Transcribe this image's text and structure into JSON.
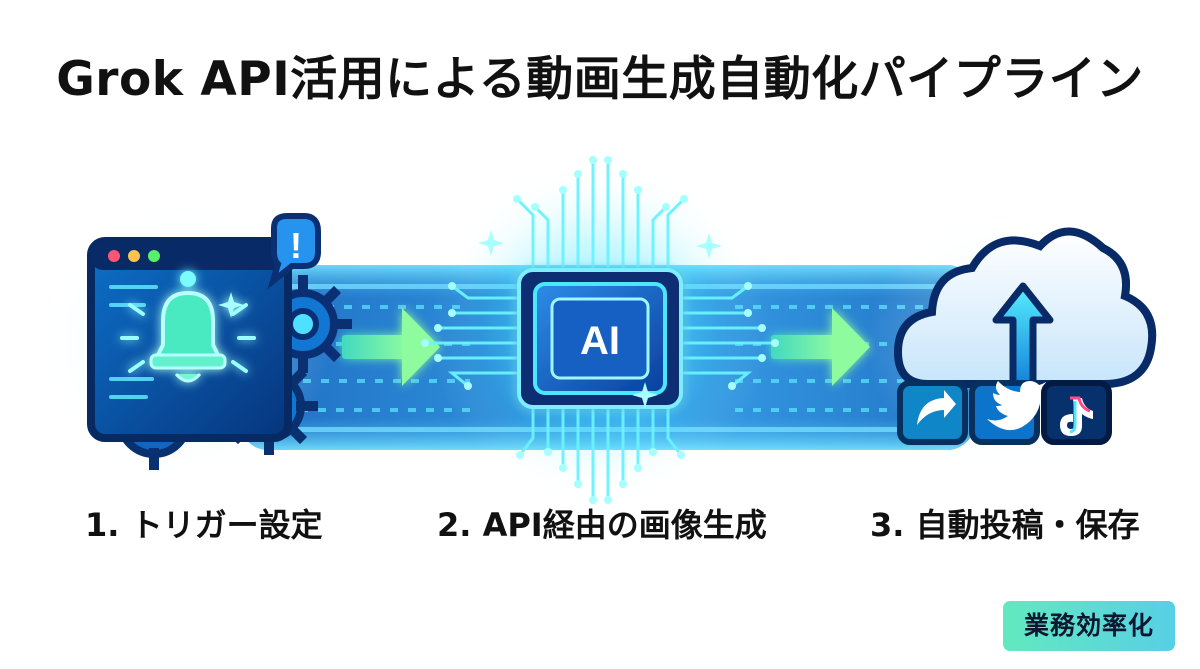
{
  "title": "Grok API活用による動画生成自動化パイプライン",
  "steps": [
    {
      "label": "1. トリガー設定"
    },
    {
      "label": "2. API経由の画像生成"
    },
    {
      "label": "3. 自動投稿・保存"
    }
  ],
  "chip": {
    "text": "AI"
  },
  "alert": {
    "text": "!"
  },
  "badge": {
    "text": "業務効率化"
  },
  "colors": {
    "accent_cyan": "#58e8ff",
    "accent_green": "#67ee9e",
    "navy": "#08245f",
    "blue": "#0d67c2",
    "chip_blue": "#1a58b7",
    "badge_start": "#62e9bf",
    "badge_end": "#58cfe5"
  },
  "icons": [
    "bell-icon",
    "alert-icon",
    "gear-icon",
    "ai-chip-icon",
    "cloud-upload-icon",
    "share-icon",
    "twitter-icon",
    "tiktok-icon"
  ]
}
